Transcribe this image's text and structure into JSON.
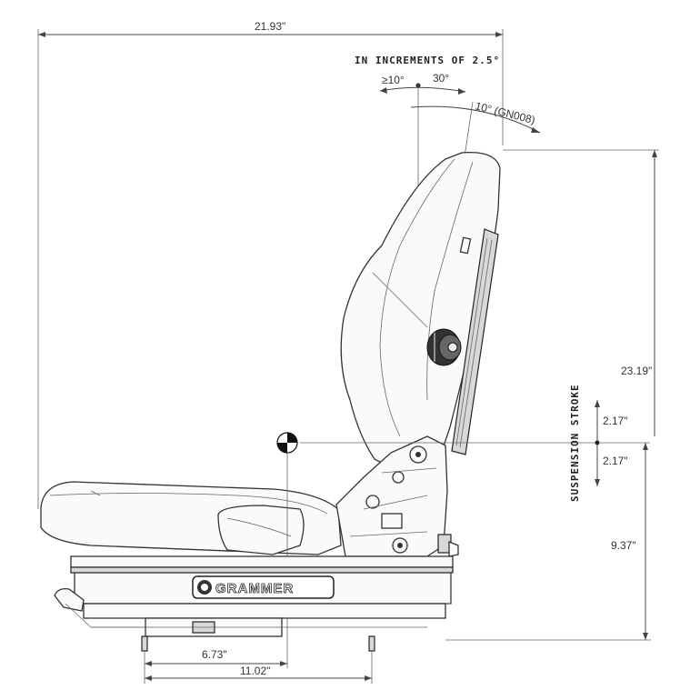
{
  "dimensions": {
    "overall_width": "21.93\"",
    "overall_height": "23.19\"",
    "stroke_up": "2.17\"",
    "stroke_down": "2.17\"",
    "mount_height": "9.37\"",
    "mount_offset": "6.73\"",
    "mount_spacing": "11.02\""
  },
  "recline": {
    "increments_note": "IN INCREMENTS OF 2.5°",
    "forward_angle": "≥10°",
    "back_angle": "30°",
    "model_angle": "10° (GN008)"
  },
  "suspension_label": "SUSPENSION STROKE",
  "brand": "GRAMMER"
}
